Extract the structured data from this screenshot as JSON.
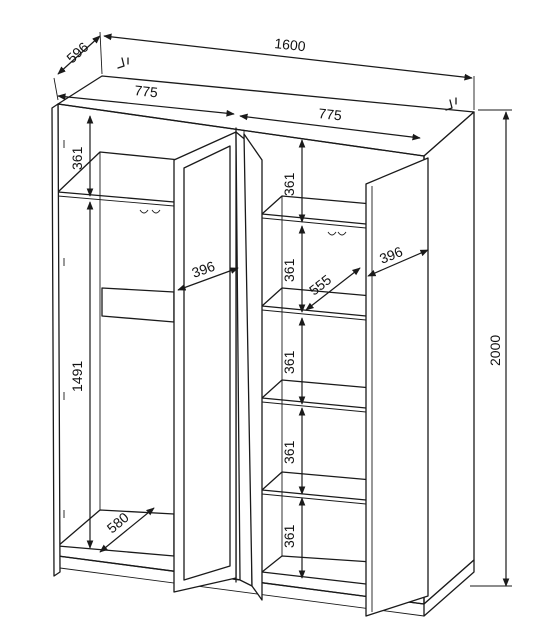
{
  "diagram": {
    "dimensions": {
      "depth_total": "596",
      "width_total": "1600",
      "section_left_width": "775",
      "section_right_width": "775",
      "height_total": "2000",
      "left_top_shelf": "361",
      "left_hanging": "1491",
      "left_depth": "580",
      "left_door_width": "396",
      "right_door_width": "396",
      "right_shelf_1": "361",
      "right_shelf_2": "361",
      "right_shelf_3": "361",
      "right_shelf_4": "361",
      "right_shelf_5": "361",
      "right_shelf_depth": "555"
    },
    "colors": {
      "line": "#1a1a1a",
      "background": "#ffffff"
    }
  }
}
